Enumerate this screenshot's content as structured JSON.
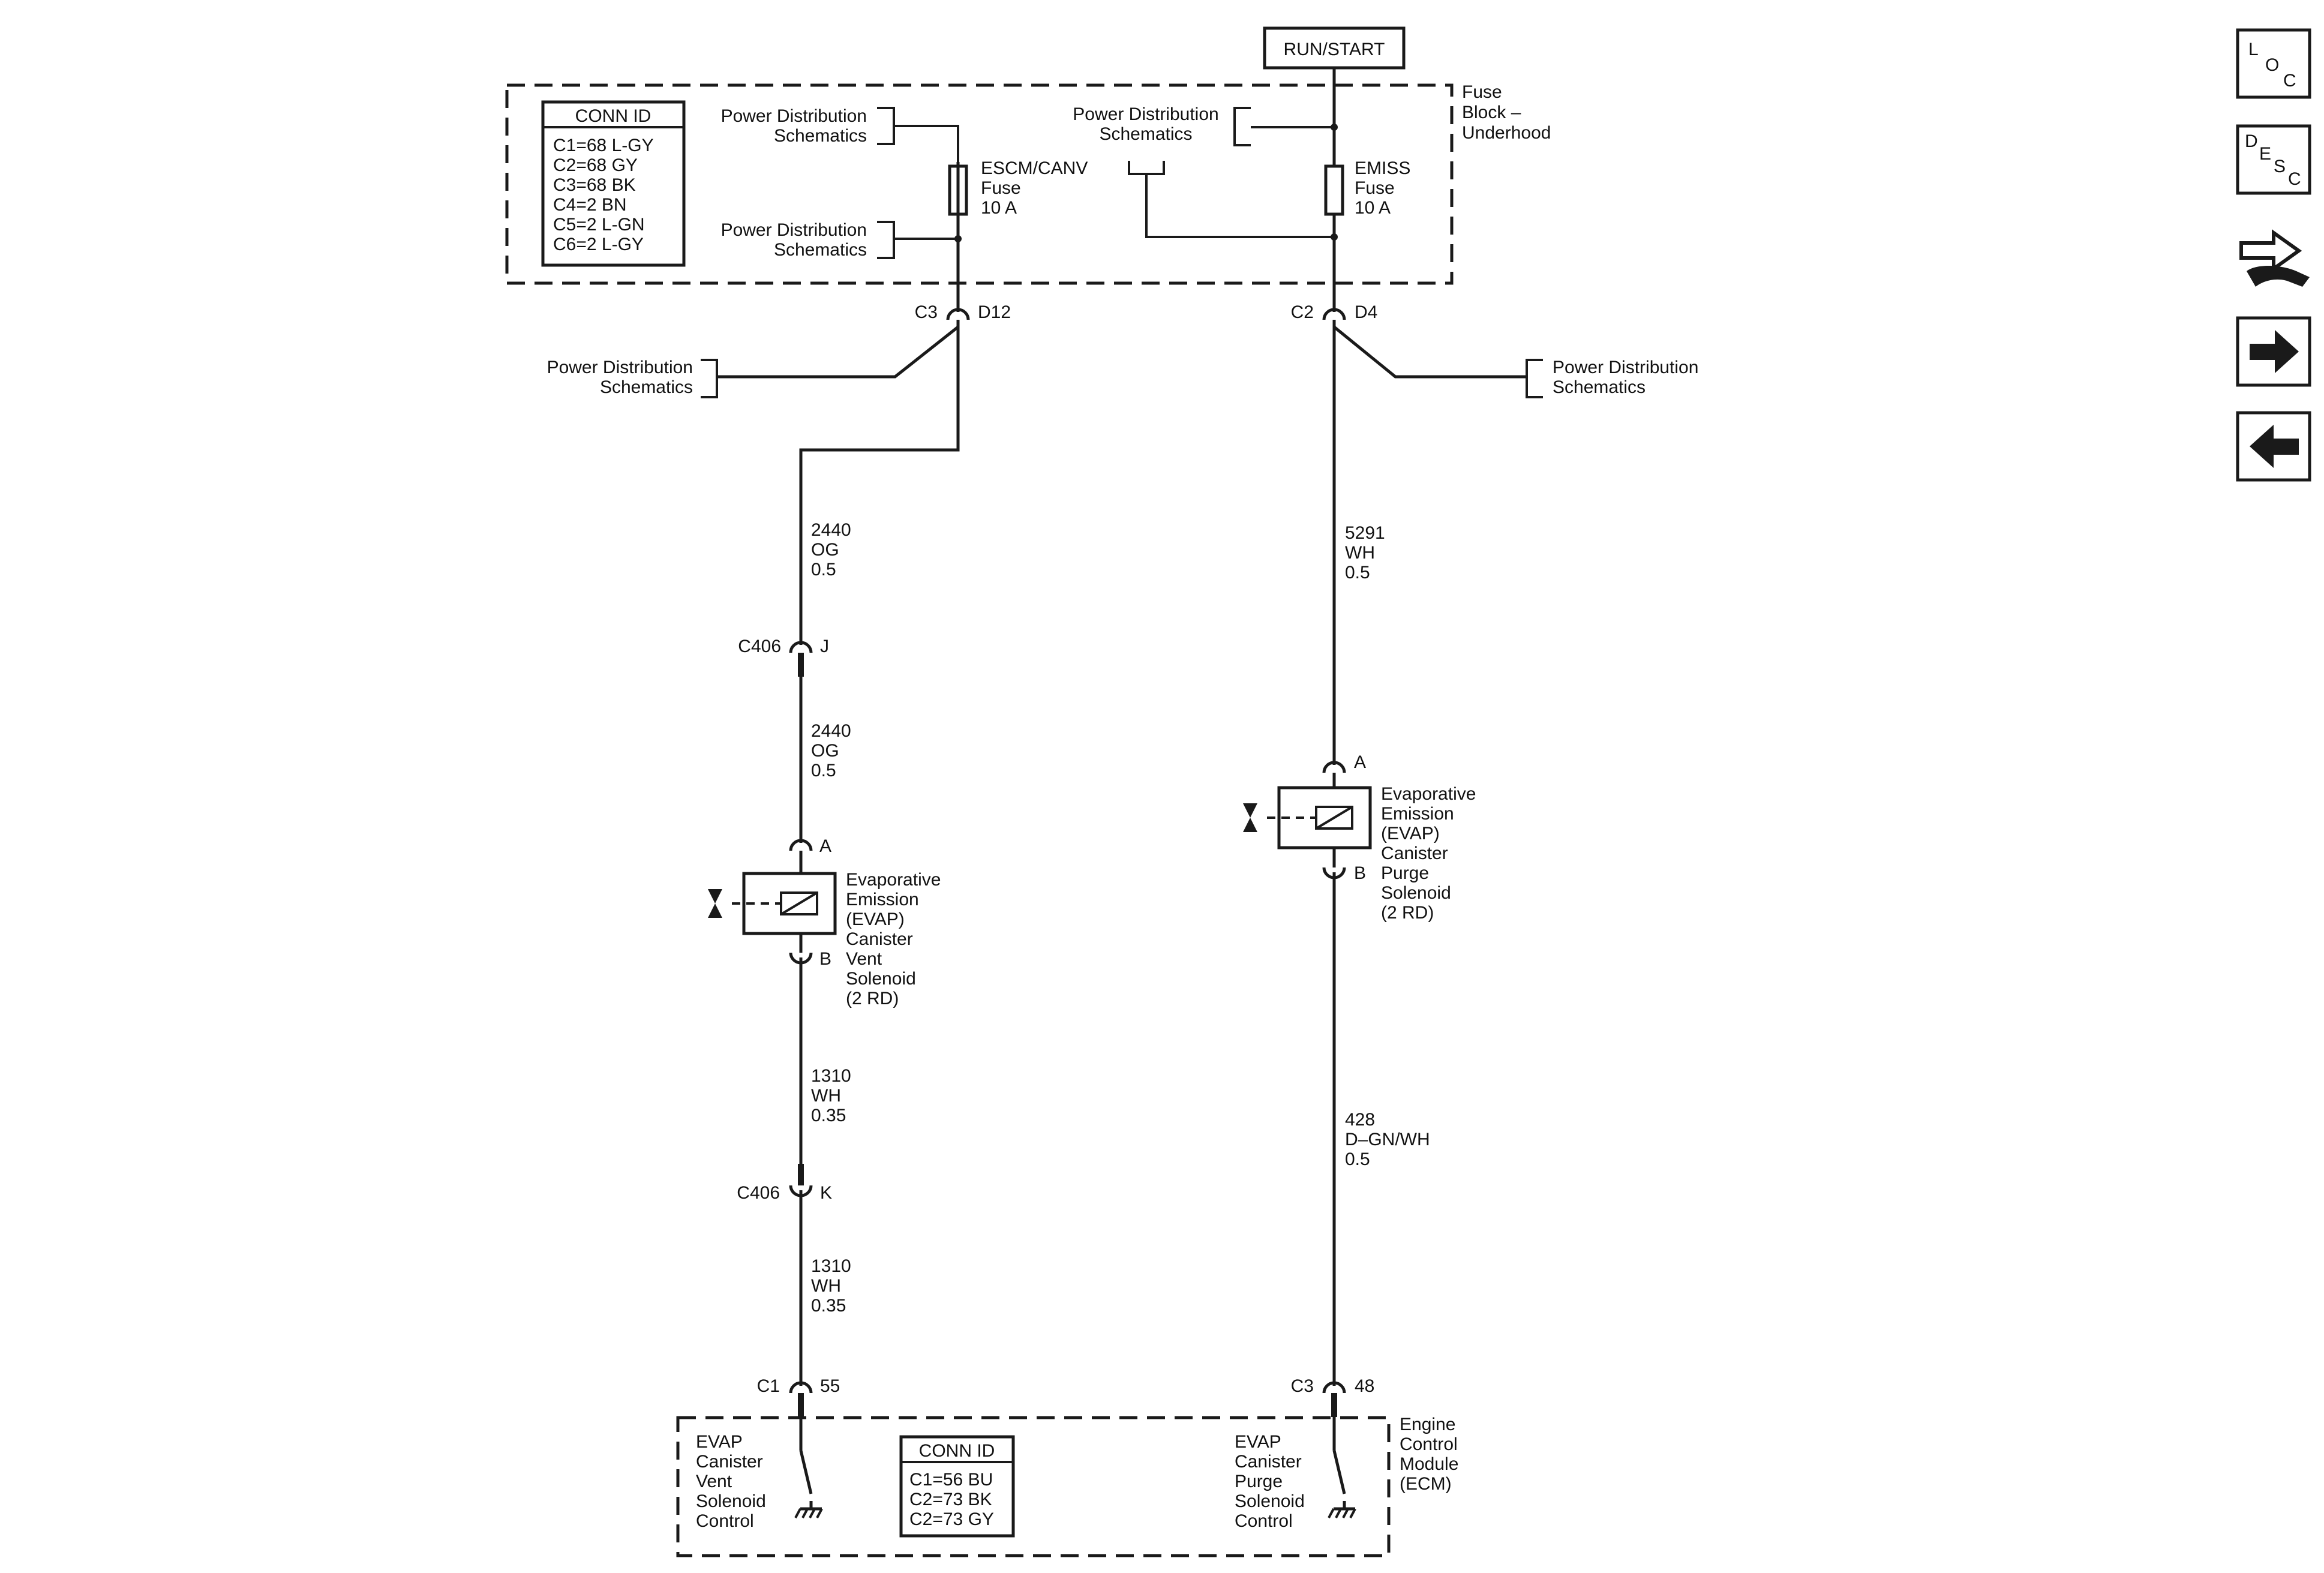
{
  "run_start": "RUN/START",
  "fuse_block": {
    "label": [
      "Fuse",
      "Block –",
      "Underhood"
    ]
  },
  "conn_id_top": {
    "title": "CONN ID",
    "lines": [
      "C1=68 L-GY",
      "C2=68 GY",
      "C3=68 BK",
      "C4=2 BN",
      "C5=2 L-GN",
      "C6=2 L-GY"
    ]
  },
  "power_dist": [
    "Power Distribution",
    "Schematics"
  ],
  "fuse_escm": {
    "lines": [
      "ESCM/CANV",
      "Fuse",
      "10 A"
    ]
  },
  "fuse_emiss": {
    "lines": [
      "EMISS",
      "Fuse",
      "10 A"
    ]
  },
  "conn_left_top": {
    "left": "C3",
    "right": "D12"
  },
  "conn_right_top": {
    "left": "C2",
    "right": "D4"
  },
  "wire_2440a": [
    "2440",
    "OG",
    "0.5"
  ],
  "conn_c406_j": {
    "left": "C406",
    "right": "J"
  },
  "wire_2440b": [
    "2440",
    "OG",
    "0.5"
  ],
  "vent_pin_a": "A",
  "vent_pin_b": "B",
  "vent_solenoid": [
    "Evaporative",
    "Emission",
    "(EVAP)",
    "Canister",
    "Vent",
    "Solenoid",
    "(2 RD)"
  ],
  "wire_1310a": [
    "1310",
    "WH",
    "0.35"
  ],
  "conn_c406_k": {
    "left": "C406",
    "right": "K"
  },
  "wire_1310b": [
    "1310",
    "WH",
    "0.35"
  ],
  "wire_5291": [
    "5291",
    "WH",
    "0.5"
  ],
  "purge_pin_a": "A",
  "purge_pin_b": "B",
  "purge_solenoid": [
    "Evaporative",
    "Emission",
    "(EVAP)",
    "Canister",
    "Purge",
    "Solenoid",
    "(2 RD)"
  ],
  "wire_428": [
    "428",
    "D–GN/WH",
    "0.5"
  ],
  "conn_ecm_left": {
    "left": "C1",
    "right": "55"
  },
  "conn_ecm_right": {
    "left": "C3",
    "right": "48"
  },
  "ecm": {
    "label": [
      "Engine",
      "Control",
      "Module",
      "(ECM)"
    ]
  },
  "conn_id_ecm": {
    "title": "CONN ID",
    "lines": [
      "C1=56 BU",
      "C2=73 BK",
      "C2=73 GY"
    ]
  },
  "ecm_vent_ctrl": [
    "EVAP",
    "Canister",
    "Vent",
    "Solenoid",
    "Control"
  ],
  "ecm_purge_ctrl": [
    "EVAP",
    "Canister",
    "Purge",
    "Solenoid",
    "Control"
  ],
  "nav": {
    "loc": [
      "L",
      "O",
      "C"
    ],
    "desc": [
      "D",
      "E",
      "S",
      "C"
    ],
    "icons": [
      "loc-icon",
      "desc-icon",
      "connector-tool-icon",
      "arrow-right-icon",
      "arrow-left-icon"
    ]
  }
}
